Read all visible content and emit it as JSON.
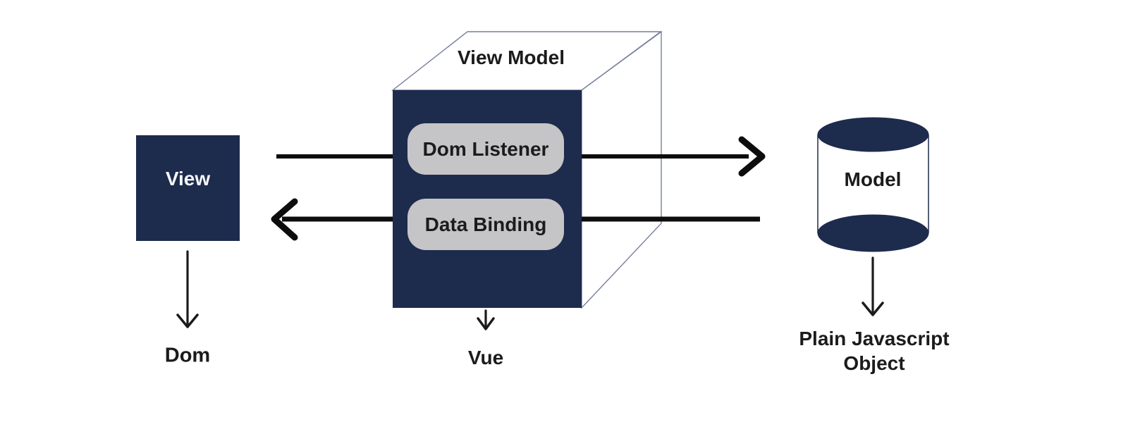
{
  "colors": {
    "background": "#ffffff",
    "navy": "#1d2b4d",
    "pill": "#c5c5c7",
    "ink": "#1b1b1b",
    "arrow": "#0d0d0d",
    "edge": "#767f98",
    "view_label": "#f5f6f8"
  },
  "diagram": {
    "view": {
      "label": "View",
      "caption": "Dom"
    },
    "view_model": {
      "label": "View Model",
      "caption": "Vue",
      "components": [
        {
          "label": "Dom Listener"
        },
        {
          "label": "Data Binding"
        }
      ]
    },
    "model": {
      "label": "Model",
      "caption_lines": [
        "Plain Javascript",
        "Object"
      ]
    }
  }
}
